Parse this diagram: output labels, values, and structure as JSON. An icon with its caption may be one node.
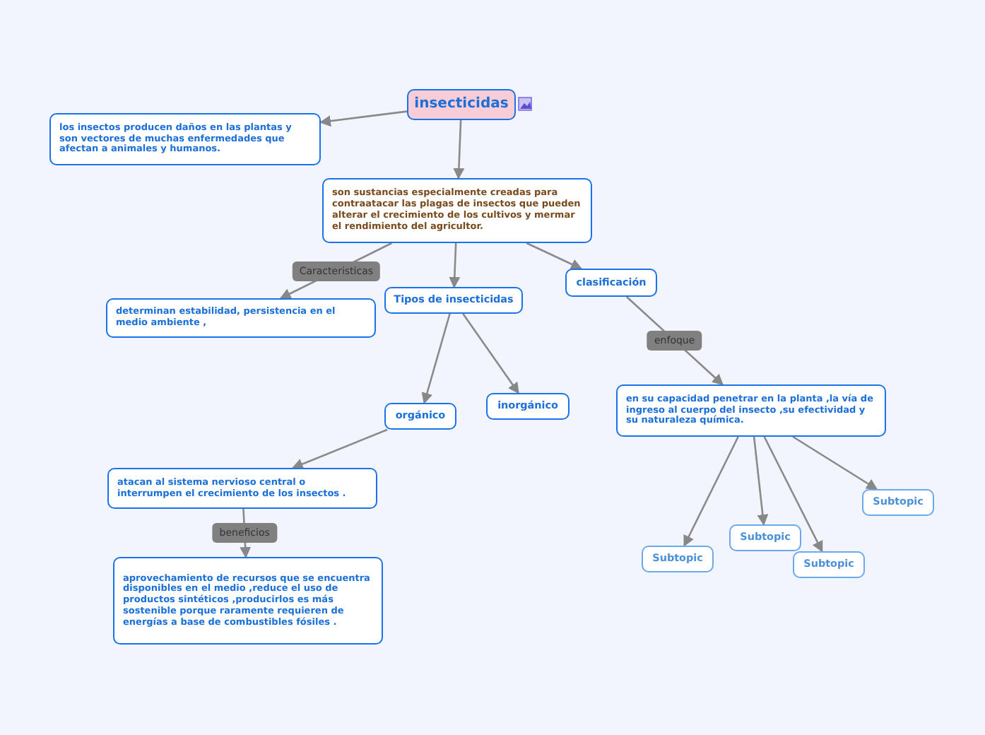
{
  "diagram": {
    "nodes": [
      {
        "text": [
          "insecticidas"
        ]
      },
      {
        "text": [
          "los insectos producen daños en las plantas y son vectores de muchas enfermedades que afectan a animales y humanos."
        ]
      },
      {
        "text": [
          "son sustancias especialmente creadas para contraatacar las plagas de insectos que pueden alterar el crecimiento de los cultivos y mermar el rendimiento del agricultor."
        ]
      },
      {
        "text": [
          "determinan estabilidad, persistencia en el medio ambiente ,"
        ]
      },
      {
        "text": [
          "Tipos de insecticidas"
        ]
      },
      {
        "text": [
          "clasificación"
        ]
      },
      {
        "text": [
          "orgánico"
        ]
      },
      {
        "text": [
          "inorgánico"
        ]
      },
      {
        "text": [
          "atacan al sistema nervioso central o interrumpen el crecimiento de los insectos ."
        ]
      },
      {
        "text": [
          "aprovechamiento de recursos  que se encuentra disponibles en el medio ,reduce el uso de productos sintéticos ,producirlos es más sostenible porque raramente requieren de energías a base de combustibles fósiles ."
        ]
      },
      {
        "text": [
          "en su capacidad penetrar en la planta ,la vía de ingreso al cuerpo del insecto ,su efectividad y su naturaleza química."
        ]
      },
      {
        "text": [
          "Subtopic"
        ]
      },
      {
        "text": [
          "Subtopic"
        ]
      },
      {
        "text": [
          "Subtopic"
        ]
      },
      {
        "text": [
          "Subtopic"
        ]
      }
    ],
    "edges": [
      {
        "from": 0,
        "to": 1,
        "arrow": "to"
      },
      {
        "from": 0,
        "to": 2,
        "arrow": "to"
      },
      {
        "from": 2,
        "to": 3,
        "arrow": "to",
        "label": "Caracteristicas"
      },
      {
        "from": 2,
        "to": 4,
        "arrow": "to"
      },
      {
        "from": 2,
        "to": 5,
        "arrow": "to"
      },
      {
        "from": 4,
        "to": 6,
        "arrow": "to"
      },
      {
        "from": 4,
        "to": 7,
        "arrow": "to"
      },
      {
        "from": 6,
        "to": 8,
        "arrow": "to"
      },
      {
        "from": 8,
        "to": 9,
        "arrow": "to",
        "label": "beneficios"
      },
      {
        "from": 5,
        "to": 10,
        "arrow": "to",
        "label": "enfoque"
      },
      {
        "from": 10,
        "to": 11,
        "arrow": "to"
      },
      {
        "from": 10,
        "to": 12,
        "arrow": "to"
      },
      {
        "from": 10,
        "to": 13,
        "arrow": "to"
      },
      {
        "from": 10,
        "to": 14,
        "arrow": "to"
      }
    ]
  }
}
